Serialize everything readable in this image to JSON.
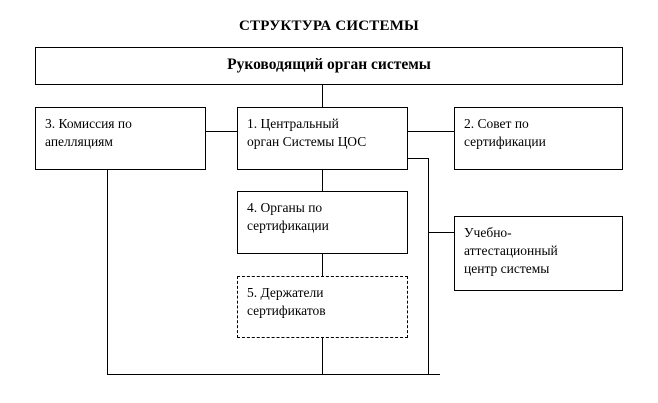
{
  "diagram": {
    "title": "СТРУКТУРА СИСТЕМЫ",
    "nodes": {
      "head": "Руководящий орган системы",
      "central": "1. Центральный\nорган Системы ЦОС",
      "council": "2. Совет по\nсертификации",
      "appeals": "3. Комиссия по\nапелляциям",
      "certbodies": "4. Органы по\nсертификации",
      "holders": "5. Держатели\nсертификатов",
      "training": "Учебно-\nаттестационный\nцентр системы"
    },
    "edges": [
      [
        "head",
        "central"
      ],
      [
        "central",
        "appeals"
      ],
      [
        "central",
        "council"
      ],
      [
        "central",
        "certbodies"
      ],
      [
        "certbodies",
        "holders"
      ],
      [
        "central",
        "training"
      ],
      [
        "appeals",
        "holders"
      ]
    ]
  }
}
